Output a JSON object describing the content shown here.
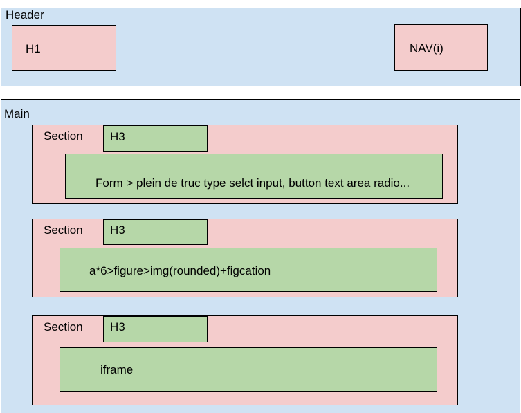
{
  "header": {
    "label": "Header",
    "h1": "H1",
    "nav": "NAV(i)"
  },
  "main": {
    "label": "Main",
    "sections": [
      {
        "label": "Section",
        "heading": "H3",
        "content": "Form > plein de truc type selct input, button text area radio..."
      },
      {
        "label": "Section",
        "heading": "H3",
        "content": "a*6>figure>img(rounded)+figcation"
      },
      {
        "label": "Section",
        "heading": "H3",
        "content": "iframe"
      }
    ]
  },
  "colors": {
    "container_blue": "#cfe2f3",
    "section_pink": "#f4cccc",
    "element_green": "#b6d7a8",
    "border": "#000000"
  }
}
